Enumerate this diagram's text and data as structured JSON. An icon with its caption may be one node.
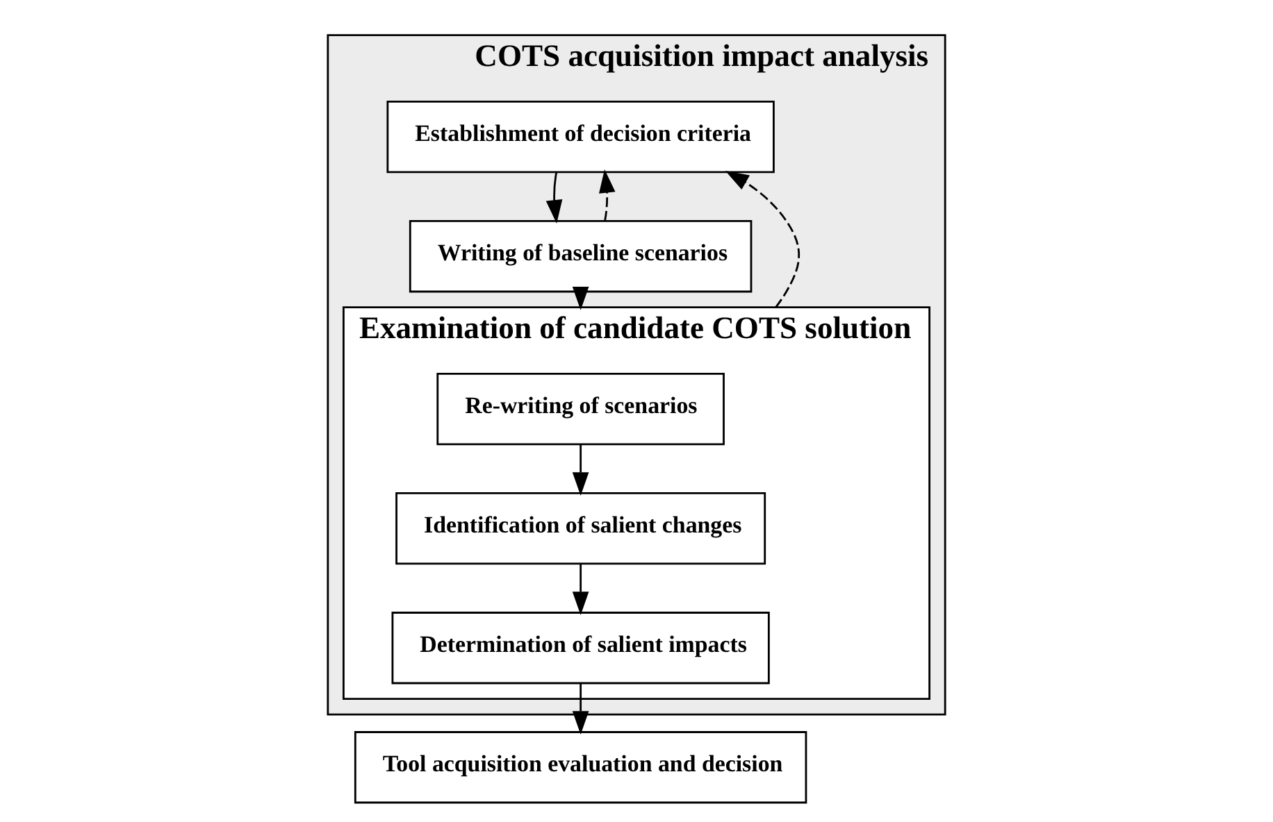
{
  "diagram": {
    "nodes": [
      {
        "text": [
          "COTS acquisition impact analysis"
        ]
      },
      {
        "text": [
          "Establishment of decision criteria"
        ],
        "in": 0
      },
      {
        "text": [
          "Writing of baseline scenarios"
        ],
        "in": 0
      },
      {
        "text": [
          "Examination of candidate COTS solution"
        ],
        "in": 0
      },
      {
        "text": [
          "Re-writing of scenarios"
        ],
        "in": 3
      },
      {
        "text": [
          "Identification of salient changes"
        ],
        "in": 3
      },
      {
        "text": [
          "Determination of salient impacts"
        ],
        "in": 3
      },
      {
        "text": [
          "Tool acquisition evaluation and decision"
        ]
      }
    ],
    "edges": [
      {
        "from": 1,
        "to": 2,
        "arrow": "to"
      },
      {
        "from": 2,
        "to": 3,
        "arrow": "to"
      },
      {
        "from": 4,
        "to": 5,
        "arrow": "to"
      },
      {
        "from": 5,
        "to": 6,
        "arrow": "to"
      },
      {
        "from": 6,
        "to": 7,
        "arrow": "to"
      },
      {
        "from": 2,
        "to": 1,
        "arrow": "to",
        "style": "dashed"
      },
      {
        "from": 3,
        "to": 1,
        "arrow": "to",
        "style": "dashed"
      }
    ]
  }
}
